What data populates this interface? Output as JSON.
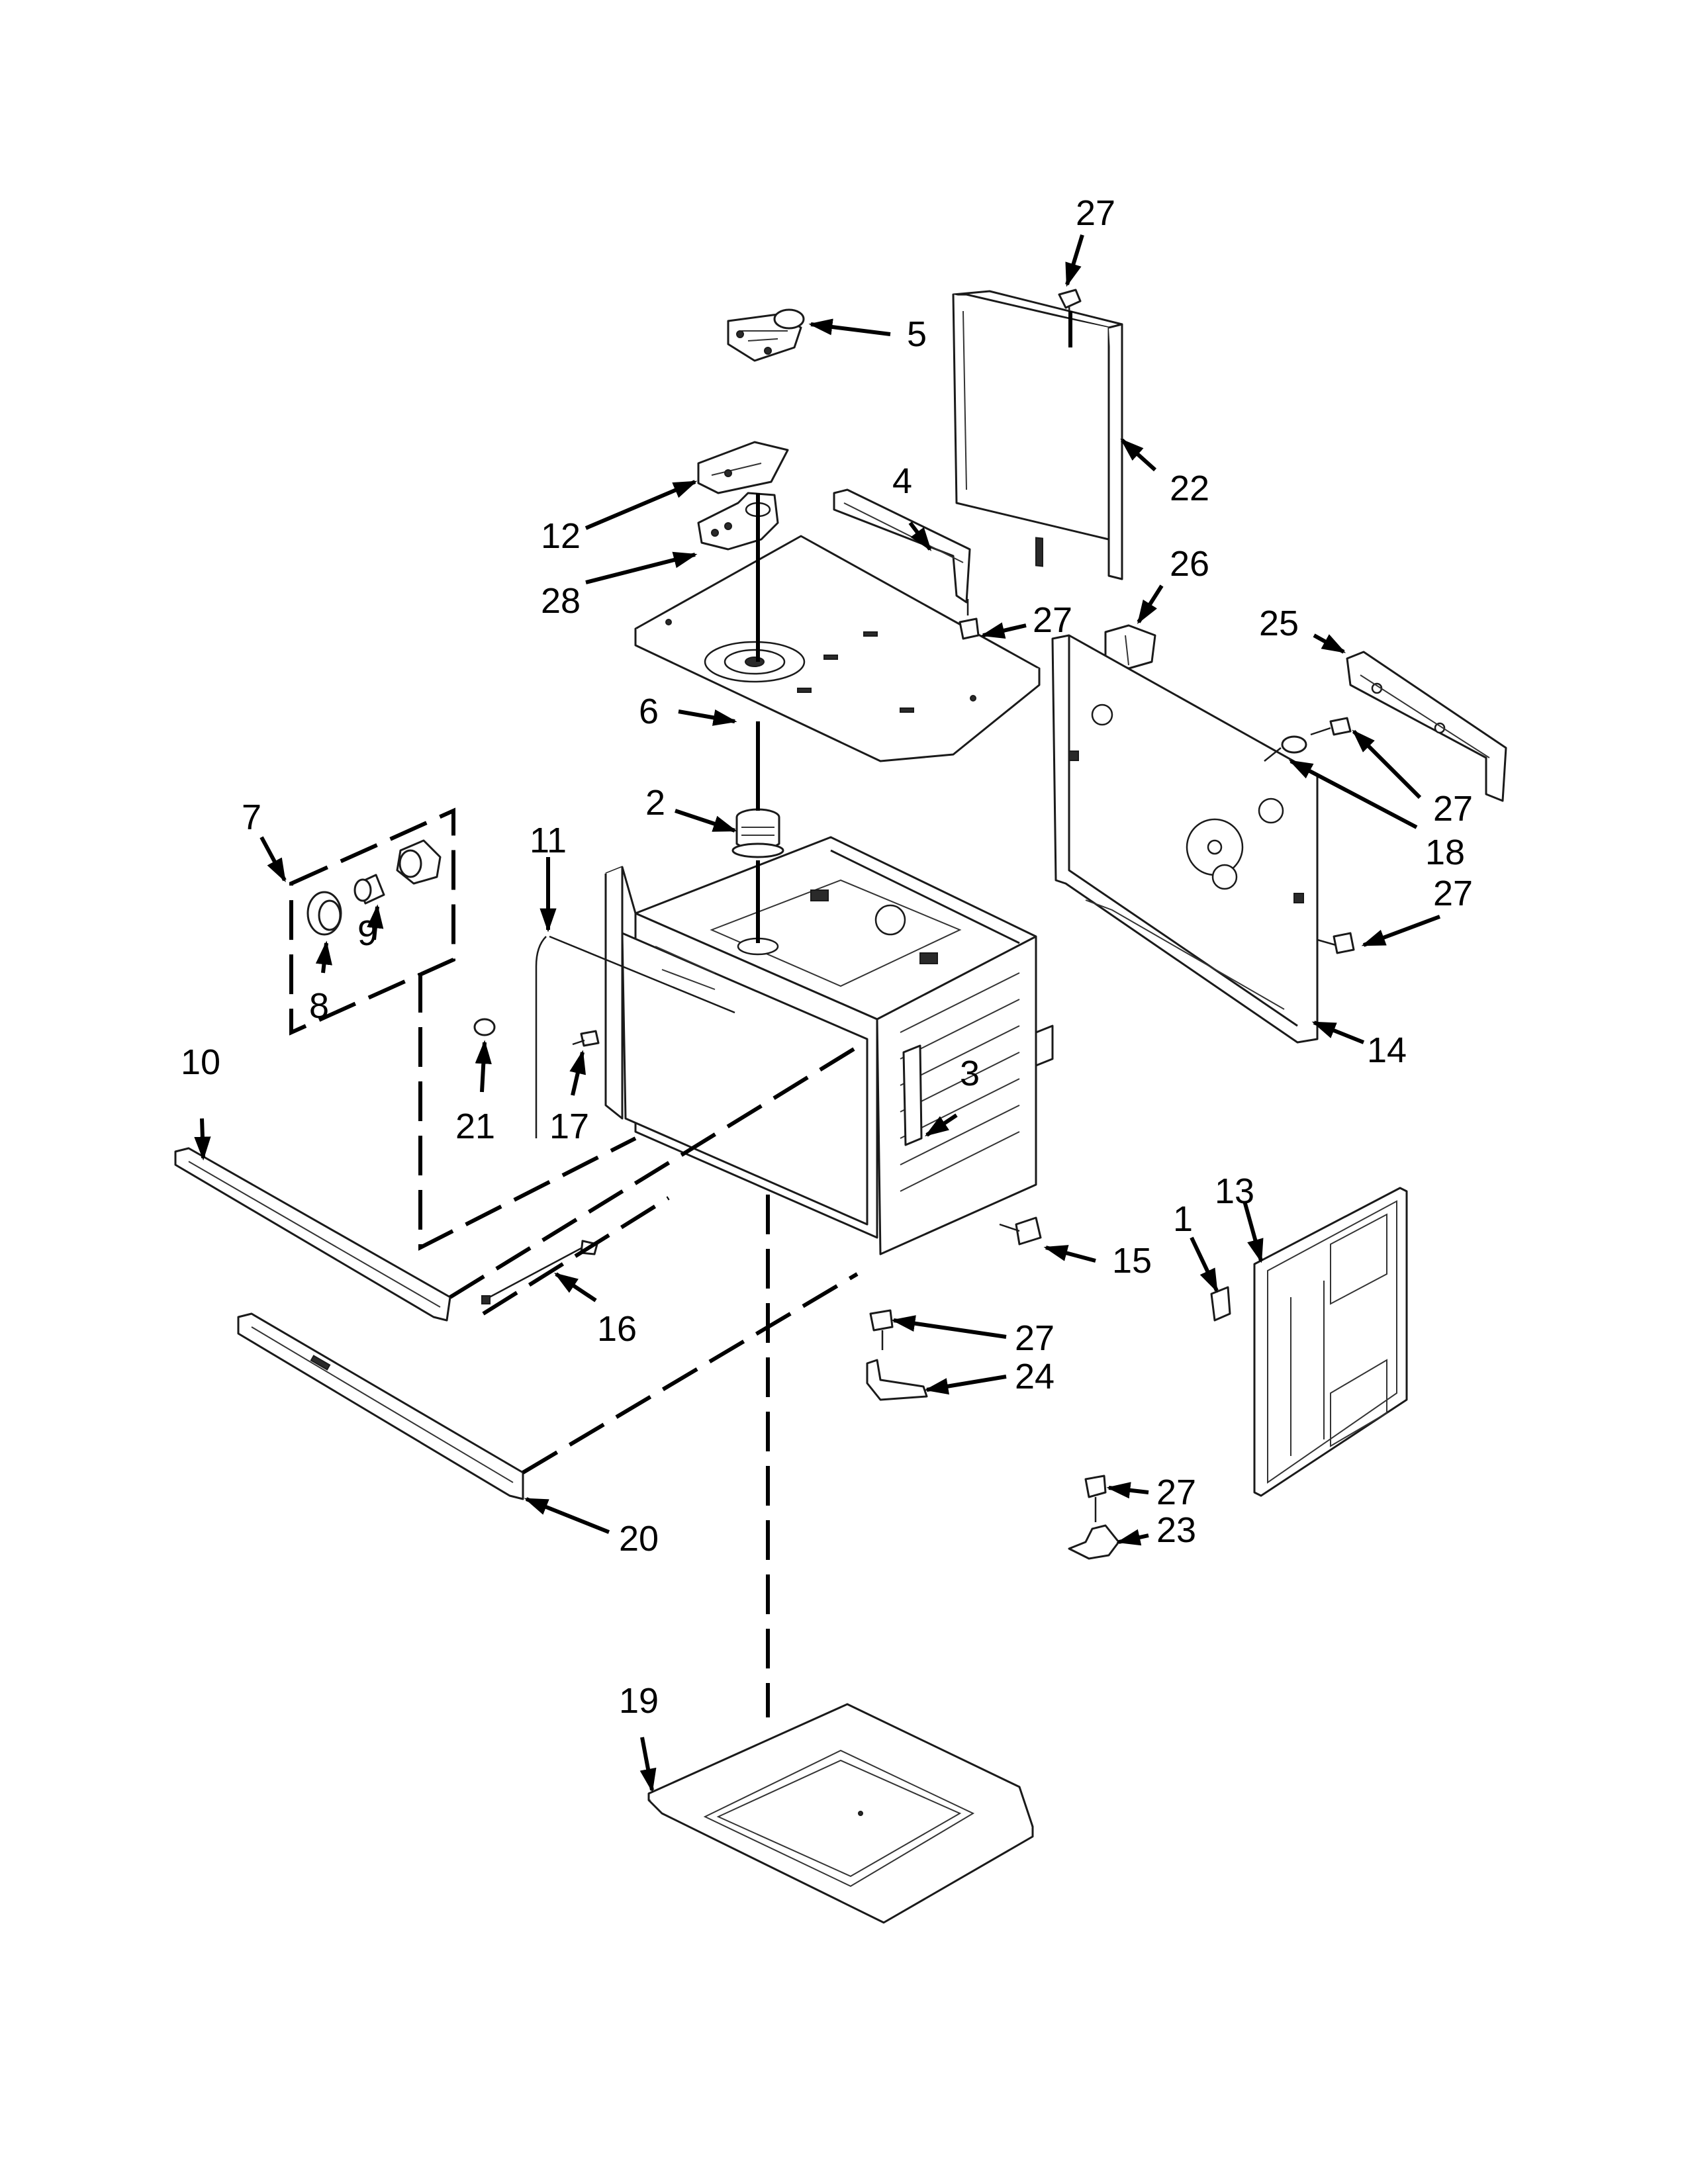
{
  "callouts": [
    {
      "id": "c27a",
      "text": "27"
    },
    {
      "id": "c5",
      "text": "5"
    },
    {
      "id": "c22",
      "text": "22"
    },
    {
      "id": "c4",
      "text": "4"
    },
    {
      "id": "c12",
      "text": "12"
    },
    {
      "id": "c28",
      "text": "28"
    },
    {
      "id": "c26",
      "text": "26"
    },
    {
      "id": "c27b",
      "text": "27"
    },
    {
      "id": "c25",
      "text": "25"
    },
    {
      "id": "c6",
      "text": "6"
    },
    {
      "id": "c27c",
      "text": "27"
    },
    {
      "id": "c18",
      "text": "18"
    },
    {
      "id": "c2",
      "text": "2"
    },
    {
      "id": "c7",
      "text": "7"
    },
    {
      "id": "c11",
      "text": "11"
    },
    {
      "id": "c27d",
      "text": "27"
    },
    {
      "id": "c9",
      "text": "9"
    },
    {
      "id": "c8",
      "text": "8"
    },
    {
      "id": "c14",
      "text": "14"
    },
    {
      "id": "c10",
      "text": "10"
    },
    {
      "id": "c21",
      "text": "21"
    },
    {
      "id": "c17",
      "text": "17"
    },
    {
      "id": "c3",
      "text": "3"
    },
    {
      "id": "c13",
      "text": "13"
    },
    {
      "id": "c1",
      "text": "1"
    },
    {
      "id": "c15",
      "text": "15"
    },
    {
      "id": "c16",
      "text": "16"
    },
    {
      "id": "c27e",
      "text": "27"
    },
    {
      "id": "c24",
      "text": "24"
    },
    {
      "id": "c27f",
      "text": "27"
    },
    {
      "id": "c23",
      "text": "23"
    },
    {
      "id": "c20",
      "text": "20"
    },
    {
      "id": "c19",
      "text": "19"
    }
  ]
}
